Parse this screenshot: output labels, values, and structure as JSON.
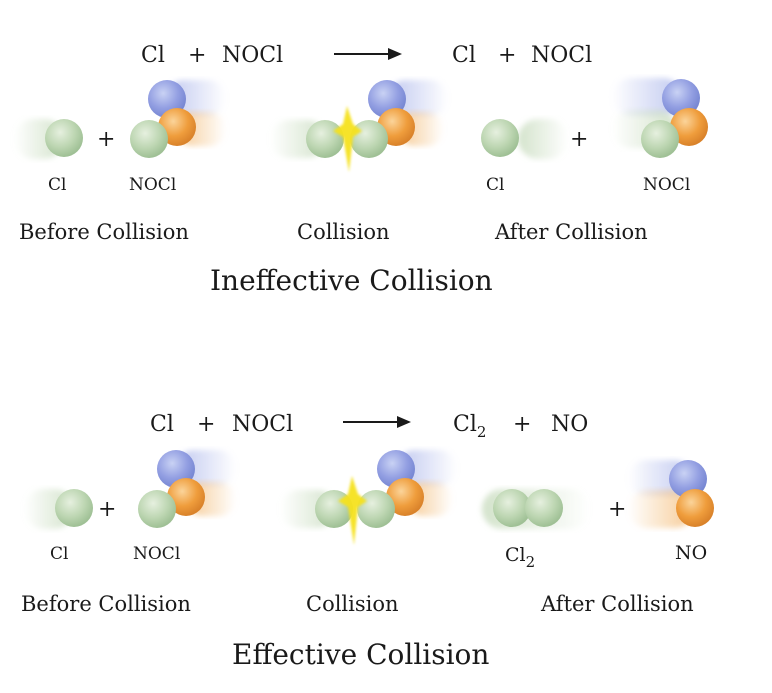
{
  "panels": [
    {
      "equation": {
        "reactant1": "Cl",
        "plus_left": "+",
        "reactant2": "NOCl",
        "arrow": "⟶",
        "product1": "Cl",
        "product1_sub": "",
        "plus_right": "+",
        "product2": "NOCl"
      },
      "before": {
        "plus": "+",
        "label1": "Cl",
        "label2": "NOCl",
        "stage": "Before Collision"
      },
      "collision": {
        "stage": "Collision"
      },
      "after": {
        "plus": "+",
        "label1": "Cl",
        "label1_sub": "",
        "label2": "NOCl",
        "stage": "After Collision"
      },
      "title": "Ineffective Collision"
    },
    {
      "equation": {
        "reactant1": "Cl",
        "plus_left": "+",
        "reactant2": "NOCl",
        "arrow": "⟶",
        "product1": "Cl",
        "product1_sub": "2",
        "plus_right": "+",
        "product2": "NO"
      },
      "before": {
        "plus": "+",
        "label1": "Cl",
        "label2": "NOCl",
        "stage": "Before Collision"
      },
      "collision": {
        "stage": "Collision"
      },
      "after": {
        "plus": "+",
        "label1": "Cl",
        "label1_sub": "2",
        "label2": "NO",
        "stage": "After Collision"
      },
      "title": "Effective Collision"
    }
  ],
  "colors": {
    "chlorine": "#b8d3ad",
    "oxygen": "#ec9a3a",
    "nitrogen": "#8e9ee0",
    "flash": "#f6e21a",
    "text": "#1a1a1a"
  }
}
